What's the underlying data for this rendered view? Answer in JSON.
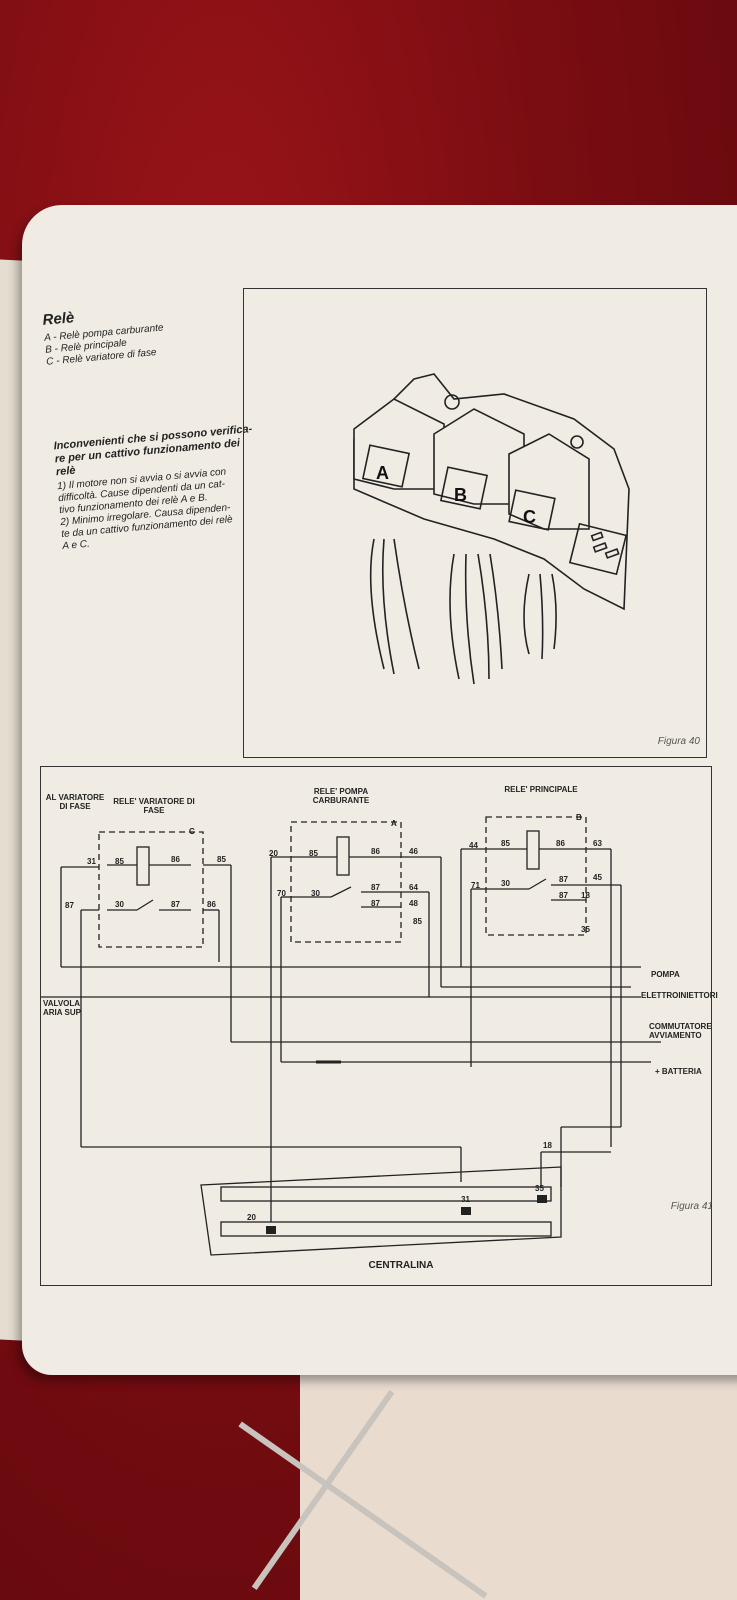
{
  "text": {
    "title": "Relè",
    "legend": [
      "A - Relè pompa carburante",
      "B - Relè principale",
      "C - Relè variatore di fase"
    ],
    "subtitle_lines": [
      "Inconvenienti che si possono verifica-",
      "re per un cattivo funzionamento dei",
      "relè"
    ],
    "body_lines": [
      "1) Il motore non si avvia o si avvia con",
      "difficoltà. Cause dipendenti da un cat-",
      "tivo funzionamento dei relè A e B.",
      "2) Minimo irregolare. Causa dipenden-",
      "te da un cattivo funzionamento dei relè",
      "A e C."
    ]
  },
  "figure40": {
    "caption": "Figura 40",
    "relay_labels": [
      "A",
      "B",
      "C"
    ]
  },
  "figure41": {
    "caption": "Figura 41",
    "labels": {
      "variatore_signal": "AL VARIATORE DI FASE",
      "rele_variatore": "RELE' VARIATORE DI FASE",
      "rele_pompa": "RELE' POMPA CARBURANTE",
      "rele_principale": "RELE' PRINCIPALE",
      "valvola": "VALVOLA ARIA SUP.",
      "pompa": "POMPA",
      "elettroiniettori": "ELETTROINIETTORI",
      "commutatore": "COMMUTATORE AVVIAMENTO",
      "batteria": "+ BATTERIA",
      "centralina": "CENTRALINA",
      "box_c": "C",
      "box_a": "A",
      "box_b": "B"
    },
    "pins": {
      "p31": "31",
      "p87a": "87",
      "p85a": "85",
      "p86a": "86",
      "p30a": "30",
      "p87b": "87",
      "p86b": "86",
      "p85b": "85",
      "p20": "20",
      "p70": "70",
      "p85c": "85",
      "p86c": "86",
      "p46": "46",
      "p30c": "30",
      "p87c": "87",
      "p64": "64",
      "p87d": "87",
      "p48": "48",
      "p85d": "85",
      "p44": "44",
      "p71": "71",
      "p85e": "85",
      "p86e": "86",
      "p63": "63",
      "p30e": "30",
      "p87e": "87",
      "p45": "45",
      "p87f": "87",
      "p18": "18",
      "p35": "35",
      "c18": "18",
      "c31": "31",
      "c35": "35",
      "c20": "20"
    }
  }
}
